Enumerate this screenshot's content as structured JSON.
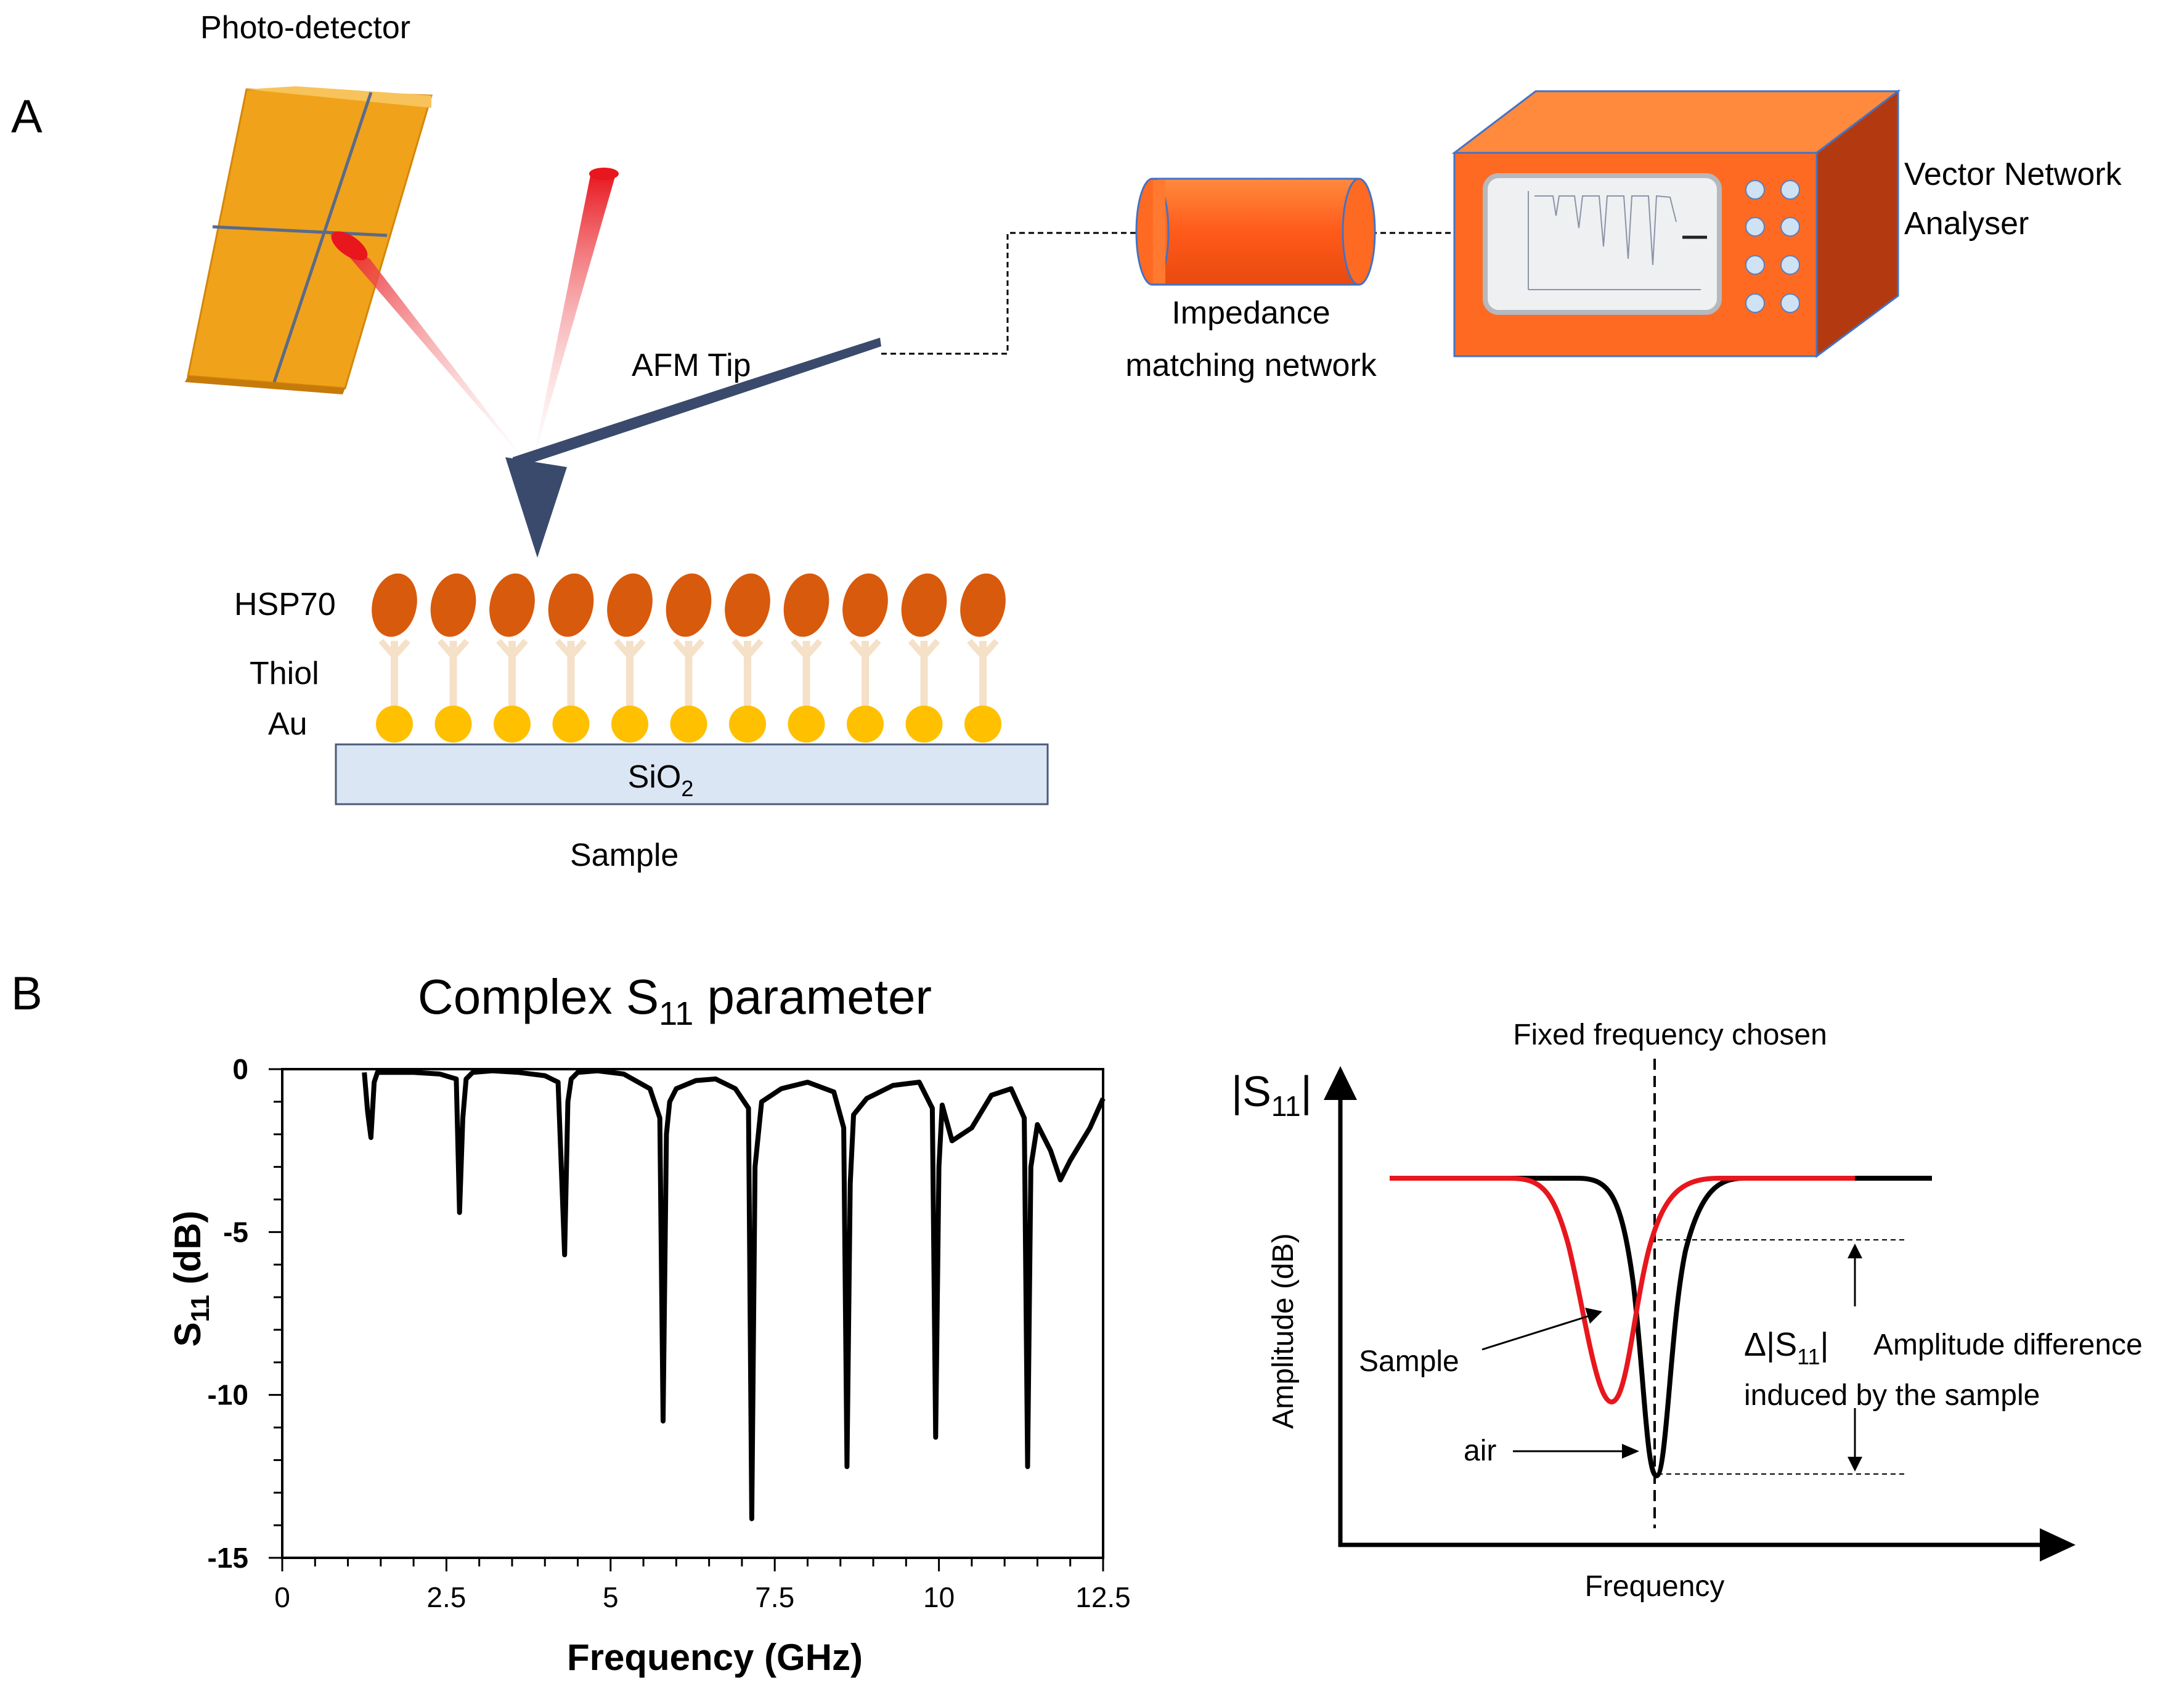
{
  "panel_a": {
    "panel_label": "A",
    "photo_detector_label": "Photo-detector",
    "afm_tip_label": "AFM Tip",
    "impedance_label_line1": "Impedance",
    "impedance_label_line2": "matching network",
    "vna_label_line1": "Vector Network",
    "vna_label_line2": "Analyser",
    "hsp70_label": "HSP70",
    "thiol_label": "Thiol",
    "au_label": "Au",
    "substrate_label_base": "SiO",
    "substrate_label_sub": "2",
    "sample_label": "Sample",
    "molecule_count": 11,
    "colors": {
      "photodetector": "#f0a21a",
      "laser": "#e8161d",
      "cantilever": "#3a4a6c",
      "protein": "#d85a0c",
      "gold": "#ffc000",
      "substrate": "#dbe6f4",
      "vna_body": "#ff6a22",
      "vna_side": "#b33a10",
      "vna_frame": "#4472c4"
    }
  },
  "panel_b": {
    "panel_label": "B",
    "chart_title_base": "Complex S",
    "chart_title_sub": "11",
    "chart_title_tail": " parameter",
    "right_title": "Fixed frequency chosen",
    "right_y_axis_base": "|S",
    "right_y_axis_sub": "11",
    "right_y_axis_tail": "|",
    "right_y_label": "Amplitude (dB)",
    "right_x_label": "Frequency",
    "sample_annotation": "Sample",
    "air_annotation": "air",
    "delta_base": "Δ|S",
    "delta_sub": "11",
    "delta_tail": "|",
    "delta_text_line1": "Amplitude difference",
    "delta_text_line2": "induced by the sample",
    "colors": {
      "air_curve": "#000000",
      "sample_curve": "#e8161d"
    }
  },
  "chart_data": {
    "type": "line",
    "title": "Complex S11 parameter",
    "xlabel": "Frequency (GHz)",
    "ylabel": "S11 (dB)",
    "xlim": [
      0,
      12.5
    ],
    "ylim": [
      -15,
      0
    ],
    "xticks": [
      "0",
      "2.5",
      "5",
      "7.5",
      "10",
      "12.5"
    ],
    "yticks": [
      "0",
      "-5",
      "-10",
      "-15"
    ],
    "grid": false,
    "series": [
      {
        "x": [
          1.25,
          1.3,
          1.35,
          1.4,
          1.45,
          1.6,
          2.0,
          2.4,
          2.65,
          2.7,
          2.75,
          2.8,
          2.9,
          3.2,
          3.6,
          4.0,
          4.2,
          4.3,
          4.35,
          4.4,
          4.5,
          4.8,
          5.2,
          5.6,
          5.75,
          5.8,
          5.85,
          5.9,
          6.0,
          6.3,
          6.6,
          6.9,
          7.1,
          7.15,
          7.2,
          7.3,
          7.6,
          8.0,
          8.4,
          8.55,
          8.6,
          8.65,
          8.7,
          8.9,
          9.3,
          9.7,
          9.9,
          9.95,
          10.0,
          10.05,
          10.2,
          10.5,
          10.8,
          11.1,
          11.3,
          11.35,
          11.4,
          11.5,
          11.7,
          11.85,
          12.0,
          12.3,
          12.5
        ],
        "y": [
          -0.1,
          -1.3,
          -2.1,
          -0.4,
          -0.1,
          -0.1,
          -0.1,
          -0.15,
          -0.3,
          -4.4,
          -1.5,
          -0.3,
          -0.1,
          -0.05,
          -0.1,
          -0.2,
          -0.4,
          -5.7,
          -1.0,
          -0.3,
          -0.1,
          -0.05,
          -0.15,
          -0.6,
          -1.5,
          -10.8,
          -2.0,
          -1.0,
          -0.6,
          -0.35,
          -0.3,
          -0.6,
          -1.2,
          -13.8,
          -3.0,
          -1.0,
          -0.6,
          -0.4,
          -0.7,
          -1.8,
          -12.2,
          -3.5,
          -1.4,
          -0.9,
          -0.5,
          -0.4,
          -1.2,
          -11.3,
          -3.0,
          -1.1,
          -2.2,
          -1.8,
          -0.8,
          -0.6,
          -1.5,
          -12.2,
          -3.0,
          -1.7,
          -2.5,
          -3.4,
          -2.8,
          -1.8,
          -0.9
        ]
      }
    ]
  }
}
